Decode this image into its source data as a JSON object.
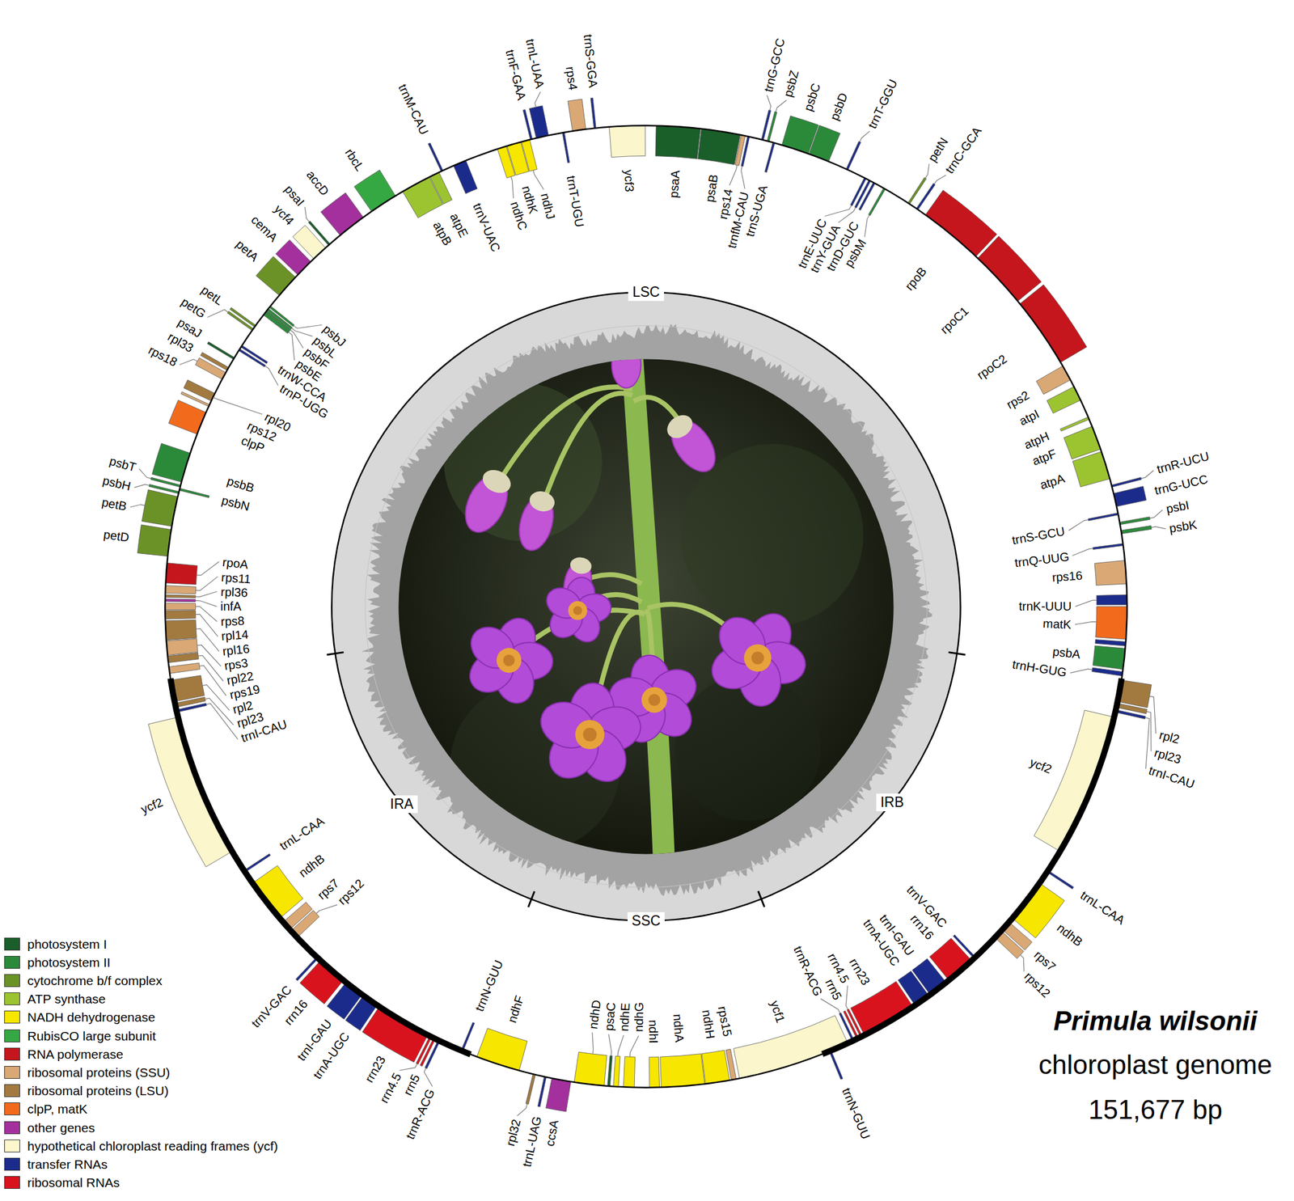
{
  "diagram": {
    "title": "Primula wilsonii",
    "nodes": [
      {
        "text": [
          "LSC"
        ]
      },
      {
        "text": [
          "IRA"
        ]
      },
      {
        "text": [
          "IRB"
        ]
      },
      {
        "text": [
          "SSC"
        ]
      }
    ],
    "labels": [
      "trnH-GUG",
      "psbA",
      "trnK-UUU",
      "matK",
      "rps16",
      "trnQ-UUG",
      "psbK",
      "psbI",
      "trnS-GCU",
      "trnG-UCC",
      "trnR-UCU",
      "atpA",
      "atpF",
      "atpH",
      "atpI",
      "rps2",
      "rpoC2",
      "rpoC1",
      "rpoB",
      "trnC-GCA",
      "petN",
      "psbM",
      "trnD-GUC",
      "trnY-GUA",
      "trnE-UUC",
      "trnT-GGU",
      "psbD",
      "psbC",
      "trnS-UGA",
      "psbZ",
      "trnG-GCC",
      "trnfM-CAU",
      "rps14",
      "psaB",
      "psaA",
      "ycf3",
      "trnS-GGA",
      "rps4",
      "trnT-UGU",
      "trnL-UAA",
      "trnF-GAA",
      "ndhJ",
      "ndhK",
      "ndhC",
      "trnV-UAC",
      "trnM-CAU",
      "atpE",
      "atpB",
      "rbcL",
      "accD",
      "psaI",
      "ycf4",
      "cemA",
      "petA",
      "psbJ",
      "psbL",
      "psbF",
      "psbE",
      "petL",
      "petG",
      "trnW-CCA",
      "trnP-UGG",
      "psaJ",
      "rpl33",
      "rps18",
      "rpl20",
      "rps12",
      "clpP",
      "psbB",
      "psbT",
      "psbN",
      "psbH",
      "petB",
      "petD",
      "rpoA",
      "rps11",
      "rpl36",
      "infA",
      "rps8",
      "rpl14",
      "rpl16",
      "rps3",
      "rpl22",
      "rps19",
      "rpl2",
      "rpl23",
      "trnI-CAU",
      "ycf2",
      "trnL-CAA",
      "ndhB",
      "rps7",
      "rps12",
      "trnV-GAC",
      "rrn16",
      "trnI-GAU",
      "trnA-UGC",
      "rrn23",
      "rrn4.5",
      "rrn5",
      "trnR-ACG",
      "trnN-GUU",
      "ndhF",
      "rpl32",
      "trnL-UAG",
      "ccsA",
      "ndhD",
      "psaC",
      "ndhE",
      "ndhG",
      "ndhI",
      "ndhA",
      "ndhH",
      "rps15",
      "ycf1",
      "trnN-GUU",
      "trnR-ACG",
      "rrn5",
      "rrn4.5",
      "rrn23",
      "trnA-UGC",
      "trnI-GAU",
      "rrn16",
      "trnV-GAC",
      "rps12",
      "rps7",
      "ndhB",
      "trnL-CAA",
      "ycf2",
      "trnI-CAU",
      "rpl23",
      "rpl2",
      "chloroplast genome",
      "151,677 bp"
    ],
    "legend": [
      {
        "text": "photosystem I",
        "color": "#1a5e2a"
      },
      {
        "text": "photosystem II",
        "color": "#2b8a3a"
      },
      {
        "text": "cytochrome b/f complex",
        "color": "#6b9226"
      },
      {
        "text": "ATP synthase",
        "color": "#9cc431"
      },
      {
        "text": "NADH dehydrogenase",
        "color": "#f7e600"
      },
      {
        "text": "RubisCO large subunit",
        "color": "#36a843"
      },
      {
        "text": "RNA polymerase",
        "color": "#c4161c"
      },
      {
        "text": "ribosomal proteins (SSU)",
        "color": "#d9a875"
      },
      {
        "text": "ribosomal proteins (LSU)",
        "color": "#a27a40"
      },
      {
        "text": "clpP, matK",
        "color": "#f26b1d"
      },
      {
        "text": "other genes",
        "color": "#a3309c"
      },
      {
        "text": "hypothetical chloroplast reading frames (ycf)",
        "color": "#fbf6cc"
      },
      {
        "text": "transfer RNAs",
        "color": "#1b2b8c"
      },
      {
        "text": "ribosomal RNAs",
        "color": "#d9131e"
      }
    ]
  }
}
